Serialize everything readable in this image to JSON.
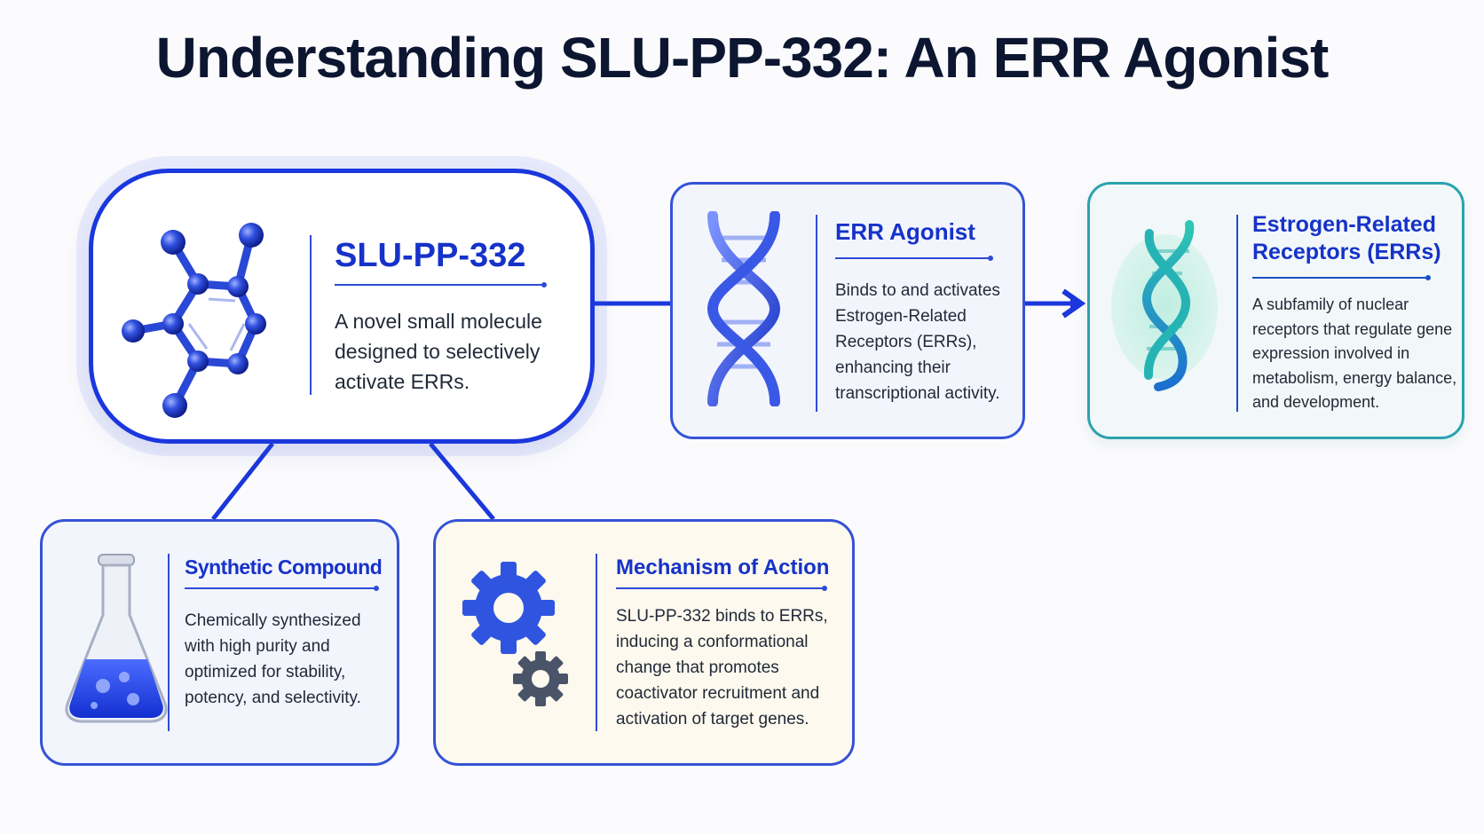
{
  "title": "Understanding SLU-PP-332: An ERR Agonist",
  "colors": {
    "primary": "#1b37dd",
    "teal": "#2aa3ae",
    "title": "#0c1631"
  },
  "nodes": {
    "main": {
      "heading": "SLU-PP-332",
      "body": "A novel small molecule designed to selectively activate ERRs.",
      "icon": "molecule-icon"
    },
    "agonist": {
      "heading": "ERR Agonist",
      "body": "Binds to and activates Estrogen-Related Receptors (ERRs), enhancing their transcriptional activity.",
      "icon": "dna-icon"
    },
    "errs": {
      "heading": "Estrogen-Related Receptors (ERRs)",
      "body": "A subfamily of nuclear receptors that regulate gene expression involved in metabolism, energy balance, and development.",
      "icon": "dna-teal-icon"
    },
    "synthetic": {
      "heading": "Synthetic Compound",
      "body": "Chemically synthesized with high purity and optimized for stability, potency, and selectivity.",
      "icon": "flask-icon"
    },
    "mechanism": {
      "heading": "Mechanism of Action",
      "body": "SLU-PP-332 binds to ERRs, inducing a conformational change that promotes coactivator recruitment and activation of target genes.",
      "icon": "gears-icon"
    }
  },
  "edges": [
    {
      "from": "main",
      "to": "agonist",
      "arrow": false
    },
    {
      "from": "agonist",
      "to": "errs",
      "arrow": true
    },
    {
      "from": "main",
      "to": "synthetic",
      "arrow": false
    },
    {
      "from": "main",
      "to": "mechanism",
      "arrow": false
    }
  ]
}
